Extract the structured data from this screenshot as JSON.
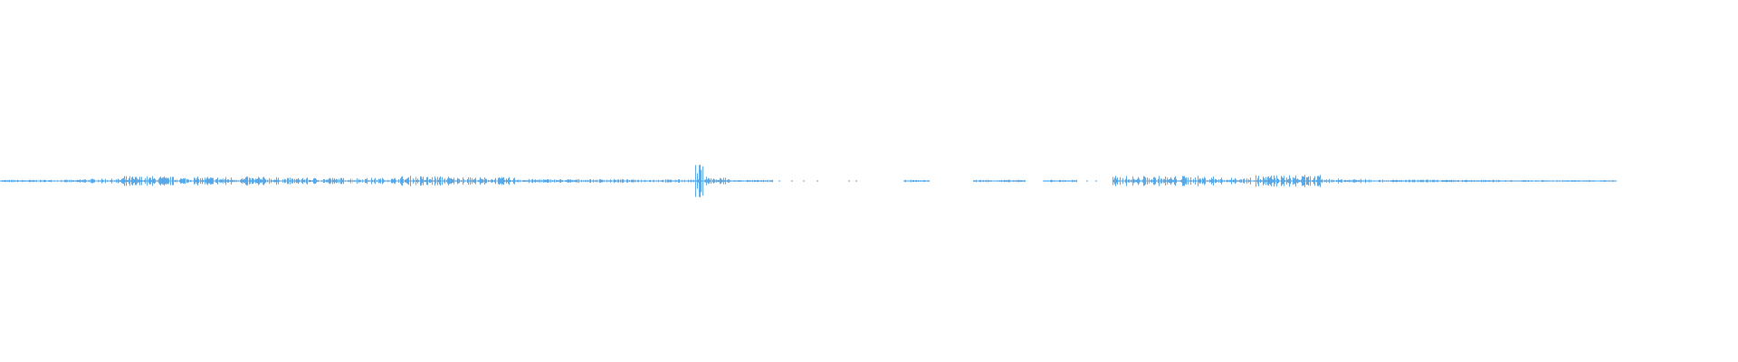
{
  "waveform": {
    "color": "#5aa9e6",
    "duration_fraction_with_audio": 0.93,
    "segments": [
      {
        "start": 0.0,
        "end": 0.045,
        "level": 0.05
      },
      {
        "start": 0.045,
        "end": 0.07,
        "level": 0.12
      },
      {
        "start": 0.07,
        "end": 0.095,
        "level": 0.3
      },
      {
        "start": 0.095,
        "end": 0.16,
        "level": 0.25
      },
      {
        "start": 0.16,
        "end": 0.23,
        "level": 0.18
      },
      {
        "start": 0.23,
        "end": 0.26,
        "level": 0.3
      },
      {
        "start": 0.26,
        "end": 0.3,
        "level": 0.22
      },
      {
        "start": 0.3,
        "end": 0.36,
        "level": 0.1
      },
      {
        "start": 0.36,
        "end": 0.4,
        "level": 0.08
      },
      {
        "start": 0.4,
        "end": 0.408,
        "level": 1.0
      },
      {
        "start": 0.408,
        "end": 0.42,
        "level": 0.2
      },
      {
        "start": 0.42,
        "end": 0.445,
        "level": 0.04
      },
      {
        "start": 0.52,
        "end": 0.535,
        "level": 0.04
      },
      {
        "start": 0.56,
        "end": 0.59,
        "level": 0.05
      },
      {
        "start": 0.6,
        "end": 0.62,
        "level": 0.05
      },
      {
        "start": 0.64,
        "end": 0.7,
        "level": 0.3
      },
      {
        "start": 0.7,
        "end": 0.72,
        "level": 0.18
      },
      {
        "start": 0.72,
        "end": 0.76,
        "level": 0.35
      },
      {
        "start": 0.76,
        "end": 0.79,
        "level": 0.12
      },
      {
        "start": 0.79,
        "end": 0.83,
        "level": 0.06
      },
      {
        "start": 0.83,
        "end": 0.87,
        "level": 0.05
      },
      {
        "start": 0.87,
        "end": 0.93,
        "level": 0.03
      }
    ],
    "dots": [
      0.448,
      0.455,
      0.462,
      0.47,
      0.488,
      0.492,
      0.56,
      0.567,
      0.575,
      0.582,
      0.588,
      0.625,
      0.63,
      0.862,
      0.868,
      0.885
    ]
  }
}
